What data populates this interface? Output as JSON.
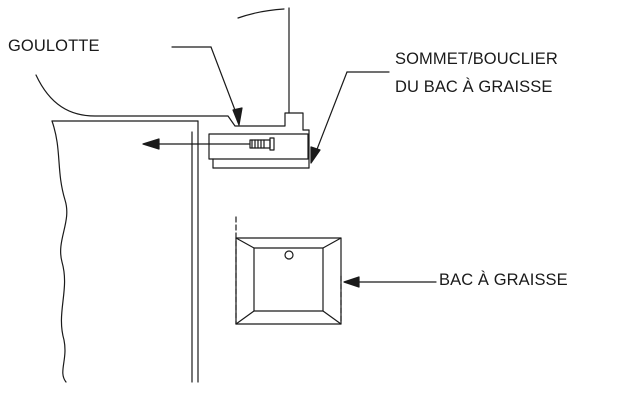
{
  "labels": {
    "goulotte": "GOULOTTE",
    "top_shield_line1": "SOMMET/BOUCLIER",
    "top_shield_line2": "DU BAC À GRAISSE",
    "grease_tray": "BAC À GRAISSE"
  },
  "colors": {
    "line": "#1a1a1a",
    "background": "#ffffff"
  }
}
